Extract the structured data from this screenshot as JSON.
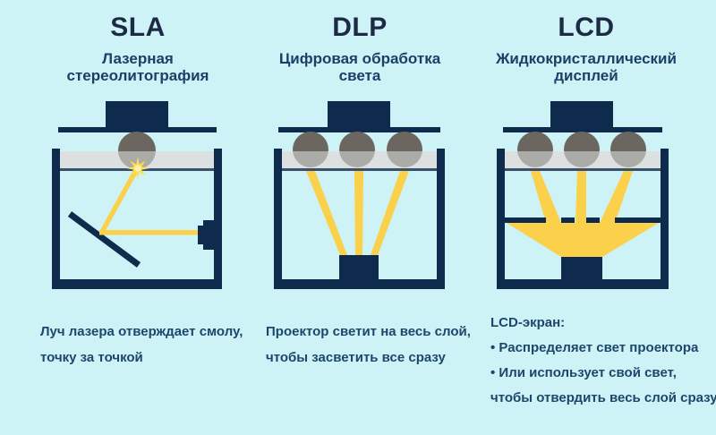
{
  "colors": {
    "background": "#cdf3f6",
    "diagram_navy": "#0e2b4d",
    "title_text": "#1c2a45",
    "body_text": "#1d466c",
    "beam_yellow": "#fbd04a",
    "star_yellow": "#ffdf52",
    "resin_band_gray": "#d9dcdd",
    "sphere_gray": "#6c6660"
  },
  "panels": [
    {
      "id": "sla",
      "title": "SLA",
      "subtitle_lines": [
        "Лазерная",
        "стереолитография"
      ],
      "description_lines": [
        "Луч лазера отверждает смолу,",
        "точку за точкой"
      ]
    },
    {
      "id": "dlp",
      "title": "DLP",
      "subtitle_lines": [
        "Цифровая обработка",
        "света"
      ],
      "description_lines": [
        "Проектор светит на весь слой,",
        "чтобы засветить все сразу"
      ]
    },
    {
      "id": "lcd",
      "title": "LCD",
      "subtitle_lines": [
        "Жидкокристаллический",
        "дисплей"
      ],
      "description_lines": [
        "LCD-экран:",
        "• Распределяет свет проектора",
        "• Или использует свой свет,",
        "чтобы отвердить весь слой сразу"
      ]
    }
  ]
}
